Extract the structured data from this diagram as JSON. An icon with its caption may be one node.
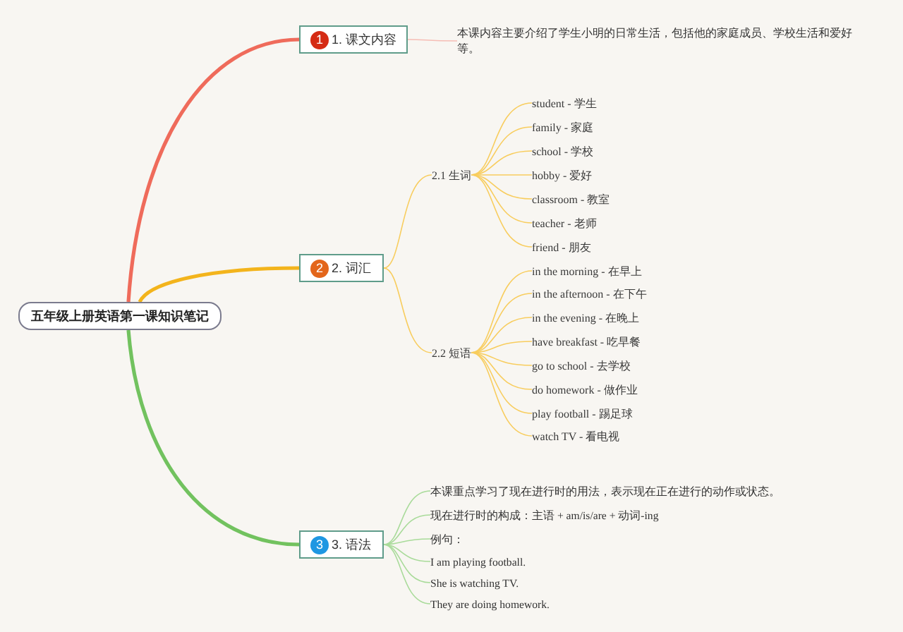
{
  "diagram": {
    "nodes": [
      {
        "text": [
          "五年级上册英语第一课知识笔记"
        ]
      },
      {
        "text": [
          "1",
          "1. 课文内容"
        ]
      },
      {
        "text": [
          "本课内容主要介绍了学生小明的日常生活，包括他的家庭成员、学校生活和爱好等。"
        ]
      },
      {
        "text": [
          "2",
          "2. 词汇"
        ]
      },
      {
        "text": [
          "2.1 生词"
        ]
      },
      {
        "text": [
          "student - 学生"
        ]
      },
      {
        "text": [
          "family - 家庭"
        ]
      },
      {
        "text": [
          "school - 学校"
        ]
      },
      {
        "text": [
          "hobby - 爱好"
        ]
      },
      {
        "text": [
          "classroom - 教室"
        ]
      },
      {
        "text": [
          "teacher - 老师"
        ]
      },
      {
        "text": [
          "friend - 朋友"
        ]
      },
      {
        "text": [
          "2.2 短语"
        ]
      },
      {
        "text": [
          "in the morning - 在早上"
        ]
      },
      {
        "text": [
          "in the afternoon - 在下午"
        ]
      },
      {
        "text": [
          "in the evening - 在晚上"
        ]
      },
      {
        "text": [
          "have breakfast - 吃早餐"
        ]
      },
      {
        "text": [
          "go to school - 去学校"
        ]
      },
      {
        "text": [
          "do homework - 做作业"
        ]
      },
      {
        "text": [
          "play football - 踢足球"
        ]
      },
      {
        "text": [
          "watch TV - 看电视"
        ]
      },
      {
        "text": [
          "3",
          "3. 语法"
        ]
      },
      {
        "text": [
          "本课重点学习了现在进行时的用法，表示现在正在进行的动作或状态。"
        ]
      },
      {
        "text": [
          "现在进行时的构成：主语 + am/is/are + 动词-ing"
        ]
      },
      {
        "text": [
          "例句："
        ]
      },
      {
        "text": [
          "I am playing football."
        ]
      },
      {
        "text": [
          "She is watching TV."
        ]
      },
      {
        "text": [
          "They are doing homework."
        ]
      }
    ],
    "edges": [
      {
        "from": 0,
        "to": 1,
        "arrow": "none",
        "style": "thick",
        "color": "#ef6b5b"
      },
      {
        "from": 0,
        "to": 3,
        "arrow": "none",
        "style": "thick",
        "color": "#f3b41c"
      },
      {
        "from": 0,
        "to": 21,
        "arrow": "none",
        "style": "thick",
        "color": "#72c25f"
      },
      {
        "from": 1,
        "to": 2,
        "arrow": "none",
        "color": "#f6bdb5"
      },
      {
        "from": 3,
        "to": 4,
        "arrow": "none"
      },
      {
        "from": 3,
        "to": 12,
        "arrow": "none"
      },
      {
        "from": 4,
        "to": 5,
        "arrow": "none"
      },
      {
        "from": 4,
        "to": 6,
        "arrow": "none"
      },
      {
        "from": 4,
        "to": 7,
        "arrow": "none"
      },
      {
        "from": 4,
        "to": 8,
        "arrow": "none"
      },
      {
        "from": 4,
        "to": 9,
        "arrow": "none"
      },
      {
        "from": 4,
        "to": 10,
        "arrow": "none"
      },
      {
        "from": 4,
        "to": 11,
        "arrow": "none"
      },
      {
        "from": 12,
        "to": 13,
        "arrow": "none"
      },
      {
        "from": 12,
        "to": 14,
        "arrow": "none"
      },
      {
        "from": 12,
        "to": 15,
        "arrow": "none"
      },
      {
        "from": 12,
        "to": 16,
        "arrow": "none"
      },
      {
        "from": 12,
        "to": 17,
        "arrow": "none"
      },
      {
        "from": 12,
        "to": 18,
        "arrow": "none"
      },
      {
        "from": 12,
        "to": 19,
        "arrow": "none"
      },
      {
        "from": 12,
        "to": 20,
        "arrow": "none"
      },
      {
        "from": 21,
        "to": 22,
        "arrow": "none",
        "color": "#a9db9a"
      },
      {
        "from": 21,
        "to": 23,
        "arrow": "none",
        "color": "#a9db9a"
      },
      {
        "from": 21,
        "to": 24,
        "arrow": "none",
        "color": "#a9db9a"
      },
      {
        "from": 21,
        "to": 25,
        "arrow": "none",
        "color": "#a9db9a"
      },
      {
        "from": 21,
        "to": 26,
        "arrow": "none",
        "color": "#a9db9a"
      },
      {
        "from": 21,
        "to": 27,
        "arrow": "none",
        "color": "#a9db9a"
      }
    ]
  }
}
